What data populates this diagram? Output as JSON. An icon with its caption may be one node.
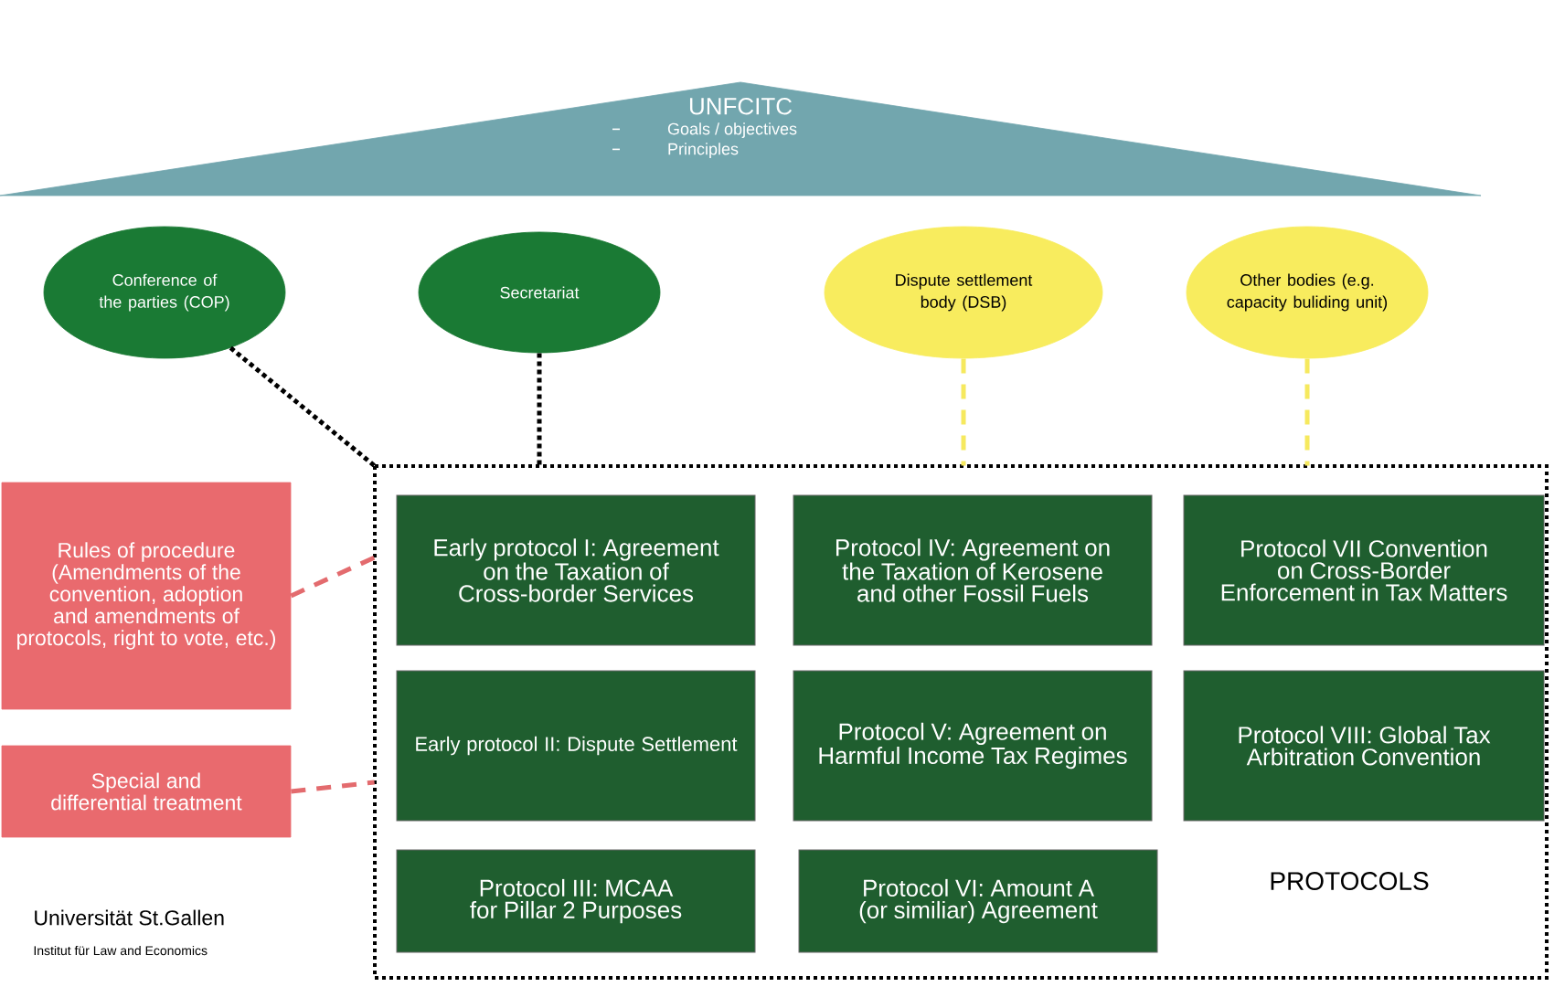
{
  "diagram": {
    "nodes": [
      {
        "text": [
          "UNFCITC",
          "Goals / objectives",
          "Principles"
        ]
      },
      {
        "text": [
          "Conference of the parties (COP)"
        ]
      },
      {
        "text": [
          "Secretariat"
        ]
      },
      {
        "text": [
          "Dispute settlement body (DSB)"
        ]
      },
      {
        "text": [
          "Other bodies (e.g. capacity buliding unit)"
        ]
      },
      {
        "text": [
          "PROTOCOLS"
        ]
      },
      {
        "text": [
          "Early protocol I: Agreement on the Taxation of Cross-border Services"
        ],
        "in": 5
      },
      {
        "text": [
          "Protocol IV: Agreement on the Taxation of Kerosene and other Fossil Fuels"
        ],
        "in": 5
      },
      {
        "text": [
          "Protocol VII Convention on Cross-Border Enforcement in Tax Matters"
        ],
        "in": 5
      },
      {
        "text": [
          "Early protocol II: Dispute Settlement"
        ],
        "in": 5
      },
      {
        "text": [
          "Protocol V: Agreement on Harmful Income Tax Regimes"
        ],
        "in": 5
      },
      {
        "text": [
          "Protocol VIII: Global Tax Arbitration Convention"
        ],
        "in": 5
      },
      {
        "text": [
          "Protocol III: MCAA for Pillar 2 Purposes"
        ],
        "in": 5
      },
      {
        "text": [
          "Protocol VI: Amount A (or similiar) Agreement"
        ],
        "in": 5
      },
      {
        "text": [
          "Rules of procedure (Amendments of the convention, adoption and amendments of protocols, right to vote, etc.)"
        ]
      },
      {
        "text": [
          "Special and differential treatment"
        ]
      }
    ],
    "edges": [
      {
        "from": 1,
        "to": 5,
        "arrow": "none"
      },
      {
        "from": 2,
        "to": 5,
        "arrow": "none"
      },
      {
        "from": 3,
        "to": 5,
        "arrow": "none",
        "style": "dashed",
        "color": "#f6e95e"
      },
      {
        "from": 4,
        "to": 5,
        "arrow": "none",
        "style": "dashed",
        "color": "#f6e95e"
      },
      {
        "from": 14,
        "to": 5,
        "arrow": "none",
        "style": "dashed",
        "color": "#e36b6e"
      },
      {
        "from": 15,
        "to": 5,
        "arrow": "none",
        "style": "dashed",
        "color": "#e36b6e"
      }
    ],
    "labels": [
      "Universität St.Gallen",
      "Institut für Law and Economics"
    ]
  }
}
